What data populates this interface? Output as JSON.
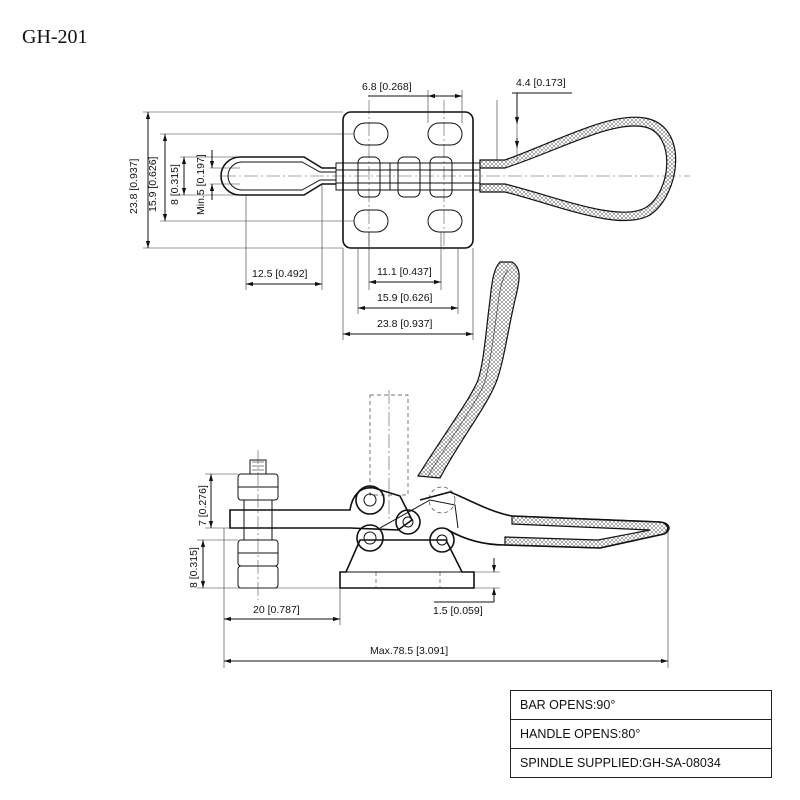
{
  "title": "GH-201",
  "dimensions": {
    "top_width_6_8": "6.8 [0.268]",
    "top_offset_4_4": "4.4 [0.173]",
    "height_23_8": "23.8 [0.937]",
    "height_15_9": "15.9 [0.626]",
    "height_8": "8 [0.315]",
    "min_5": "Min.5 [0.197]",
    "width_12_5": "12.5 [0.492]",
    "width_11_1": "11.1 [0.437]",
    "width_15_9": "15.9 [0.626]",
    "width_23_8": "23.8 [0.937]",
    "side_7": "7 [0.276]",
    "side_8": "8 [0.315]",
    "side_20": "20 [0.787]",
    "side_1_5": "1.5 [0.059]",
    "overall_max": "Max.78.5 [3.091]"
  },
  "specs": [
    "BAR OPENS:90°",
    "HANDLE OPENS:80°",
    "SPINDLE SUPPLIED:GH-SA-08034"
  ]
}
